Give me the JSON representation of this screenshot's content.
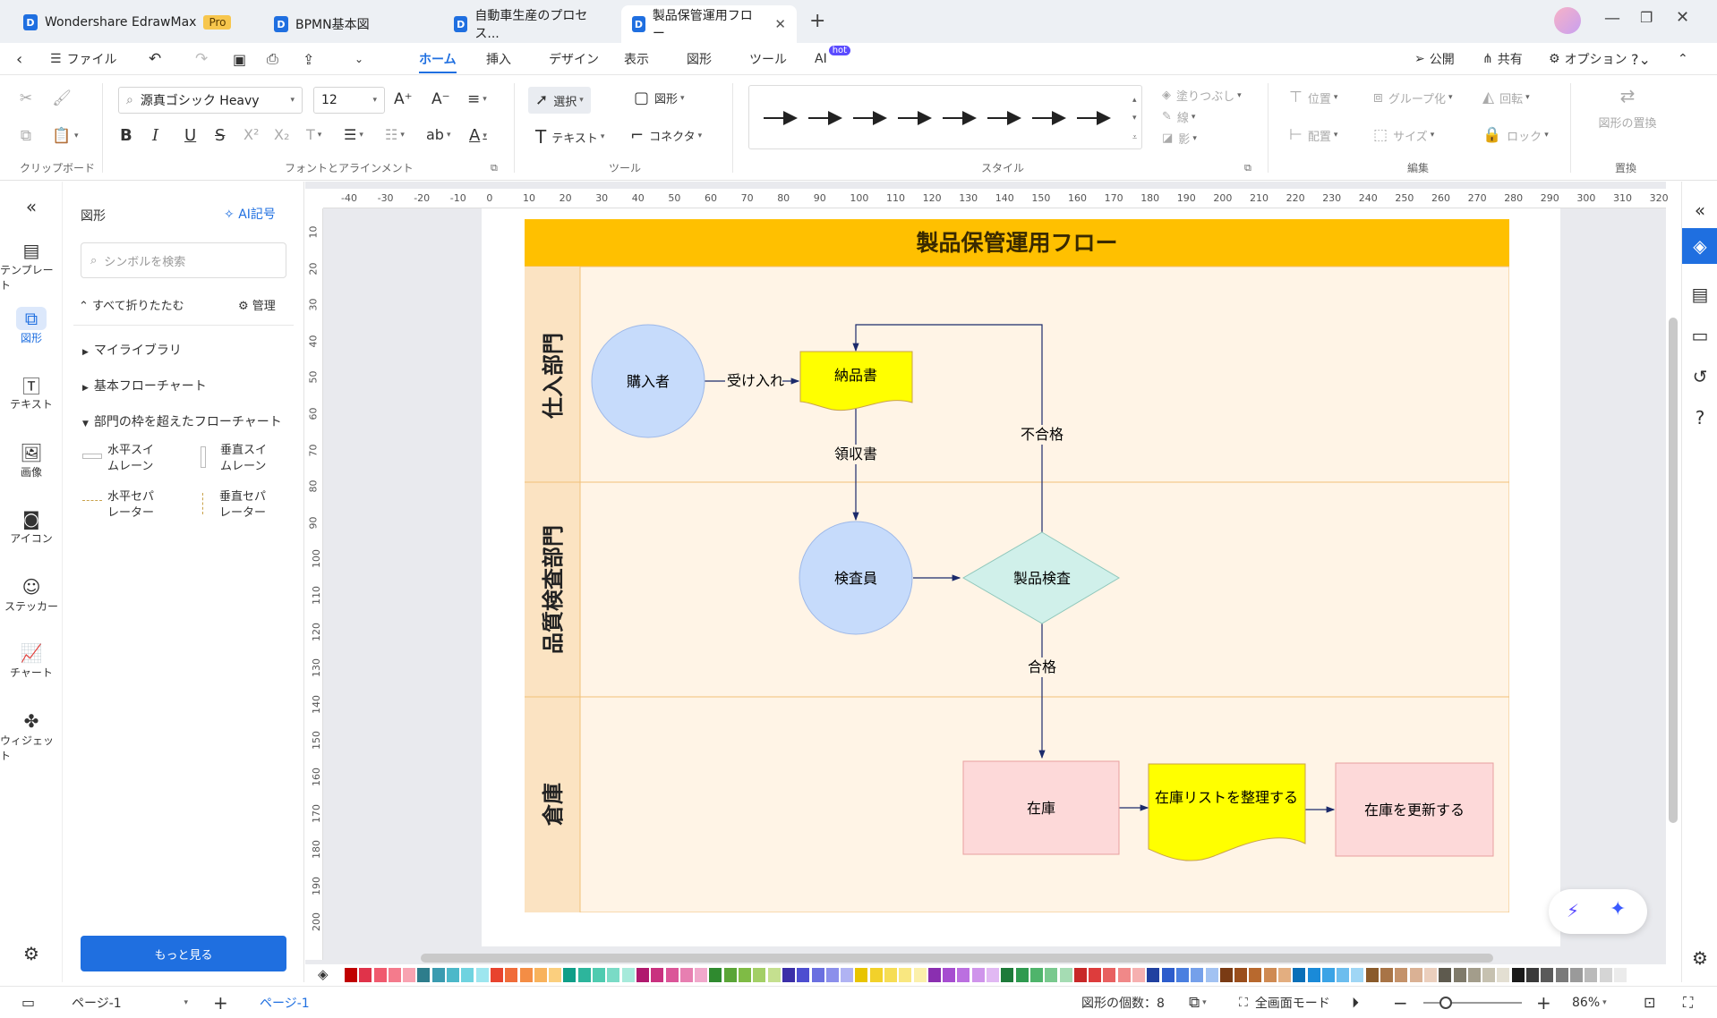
{
  "app": {
    "name": "Wondershare EdrawMax",
    "badge": "Pro"
  },
  "tabs": [
    {
      "label": "BPMN基本図"
    },
    {
      "label": "自動車生産のプロセス..."
    },
    {
      "label": "製品保管運用フロー"
    }
  ],
  "menu": {
    "file": "ファイル",
    "items": [
      "ホーム",
      "挿入",
      "デザイン",
      "表示",
      "図形",
      "ツール",
      "AI"
    ],
    "ai_badge": "hot",
    "publish": "公開",
    "share": "共有",
    "options": "オプション"
  },
  "ribbon": {
    "font_name": "源真ゴシック Heavy",
    "font_size": "12",
    "select": "選択",
    "shape": "図形",
    "text": "テキスト",
    "connector": "コネクタ",
    "fill": "塗りつぶし",
    "line": "線",
    "shadow": "影",
    "position": "位置",
    "group": "グループ化",
    "rotate": "回転",
    "align": "配置",
    "size": "サイズ",
    "lock": "ロック",
    "replace": "図形の置換",
    "groups": {
      "clipboard": "クリップボード",
      "font": "フォントとアラインメント",
      "tools": "ツール",
      "style": "スタイル",
      "edit": "編集",
      "replace": "置換"
    }
  },
  "leftrail": [
    "テンプレート",
    "図形",
    "テキスト",
    "画像",
    "アイコン",
    "ステッカー",
    "チャート",
    "ウィジェット"
  ],
  "panel": {
    "title": "図形",
    "ai_symbol": "AI記号",
    "search_placeholder": "シンボルを検索",
    "collapse_all": "すべて折りたたむ",
    "manage": "管理",
    "sections": [
      "マイライブラリ",
      "基本フローチャート",
      "部門の枠を超えたフローチャート"
    ],
    "shapes": [
      "水平スイムレーン",
      "垂直スイムレーン",
      "水平セパレーター",
      "垂直セパレーター"
    ],
    "more": "もっと見る"
  },
  "rulers": {
    "h": [
      "-40",
      "-30",
      "-20",
      "-10",
      "0",
      "10",
      "20",
      "30",
      "40",
      "50",
      "60",
      "70",
      "80",
      "90",
      "100",
      "110",
      "120",
      "130",
      "140",
      "150",
      "160",
      "170",
      "180",
      "190",
      "200",
      "210",
      "220",
      "230",
      "240",
      "250",
      "260",
      "270",
      "280",
      "290",
      "300",
      "310",
      "320"
    ],
    "v": [
      "10",
      "20",
      "30",
      "40",
      "50",
      "60",
      "70",
      "80",
      "90",
      "100",
      "110",
      "120",
      "130",
      "140",
      "150",
      "160",
      "170",
      "180",
      "190",
      "200"
    ]
  },
  "diagram": {
    "title": "製品保管運用フロー",
    "lanes": [
      "仕入部門",
      "品質検査部門",
      "倉庫"
    ],
    "nodes": {
      "buyer": "購入者",
      "delivery": "納品書",
      "inspector": "検査員",
      "check": "製品検査",
      "stock": "在庫",
      "organize": "在庫リストを整理する",
      "update": "在庫を更新する"
    },
    "labels": {
      "accept": "受け入れ",
      "receipt": "領収書",
      "fail": "不合格",
      "pass": "合格"
    },
    "colors": {
      "header": "#ffc000",
      "lane_header": "#fbe3c2",
      "lane_body": "#fff4e6",
      "circle": "#c6dbfb",
      "doc": "#ffff00",
      "diamond": "#d0f0ea",
      "rect": "#fdd9d9"
    }
  },
  "palette": [
    "#c00000",
    "#e0334a",
    "#f05a6e",
    "#f47b8c",
    "#f8a3b1",
    "#2e7d8c",
    "#3a9bb0",
    "#4cb8c9",
    "#6fd3e0",
    "#9de6ef",
    "#e8432e",
    "#f06c3a",
    "#f48d45",
    "#f8b25c",
    "#fbcf7e",
    "#0f9e88",
    "#2db59c",
    "#4fcbb0",
    "#7adbc6",
    "#a7eadb",
    "#b0196e",
    "#c9317f",
    "#db5598",
    "#e77fb1",
    "#f0a8cb",
    "#2f8a2f",
    "#5aa537",
    "#7fbb45",
    "#a3cf66",
    "#c5e08f",
    "#3b2fa8",
    "#4d4ed0",
    "#6a6fe0",
    "#8b8feb",
    "#b0b3f3",
    "#e8c400",
    "#f2d12a",
    "#f6dd55",
    "#f9e780",
    "#fbf0ab",
    "#8a2fb0",
    "#a64dd0",
    "#bb6fe0",
    "#cf94eb",
    "#e1b8f3",
    "#1e7a3a",
    "#2f9a50",
    "#4fb46b",
    "#79c98e",
    "#a5dcb3",
    "#c82828",
    "#dd3c3c",
    "#e86060",
    "#f08888",
    "#f6b0b0",
    "#2040a0",
    "#2c5ccc",
    "#4a7fe0",
    "#75a0ea",
    "#a2c2f2",
    "#7a3b14",
    "#9a4e1c",
    "#b8692e",
    "#cf8a52",
    "#e3ae80",
    "#0a6fb8",
    "#1a8ad8",
    "#3aa3e6",
    "#6cbdee",
    "#9fd6f5",
    "#8a5a2a",
    "#a87446",
    "#c4926a",
    "#dab194",
    "#ebcfbd",
    "#5e5a4e",
    "#7f7a6a",
    "#a39d8b",
    "#c6c1b0",
    "#e3dfd2",
    "#1a1a1a",
    "#3a3a3a",
    "#5a5a5a",
    "#7a7a7a",
    "#9a9a9a",
    "#bababa",
    "#d5d5d5",
    "#ebebeb"
  ],
  "status": {
    "page_label": "ページ-1",
    "page_tab": "ページ-1",
    "shape_count": "図形の個数：8",
    "focus_mode": "全画面モード",
    "zoom": "86%"
  }
}
